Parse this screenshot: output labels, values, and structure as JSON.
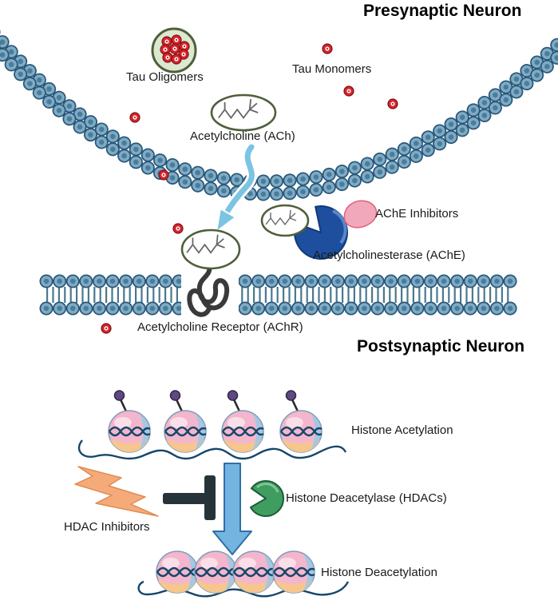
{
  "titles": {
    "presynaptic": "Presynaptic Neuron",
    "postsynaptic": "Postsynaptic Neuron"
  },
  "labels": {
    "tau_oligomers": "Tau Oligomers",
    "tau_monomers": "Tau Monomers",
    "ach": "Acetylcholine (ACh)",
    "ache_inhibitors": "AChE Inhibitors",
    "ache": "Acetylcholinesterase (AChE)",
    "achr": "Acetylcholine Receptor (AChR)",
    "histone_acetylation": "Histone Acetylation",
    "hdac_inhibitors": "HDAC Inhibitors",
    "hdacs": "Histone Deacetylase (HDACs)",
    "histone_deacetylation": "Histone Deacetylation"
  },
  "colors": {
    "membrane_blue": "#6f9cb7",
    "membrane_outline": "#29577a",
    "red_bead": "#d8232a",
    "vesicle_green_fill": "#dce8cf",
    "vesicle_outline": "#4f5f3b",
    "ache_blue": "#1d4f9e",
    "inhibitor_pink": "#f2a8bb",
    "hdac_green": "#3f9d5f",
    "bolt_orange": "#f5ab79",
    "arrow_blue": "#74b4e0",
    "dna_blue": "#16466b",
    "nucleosome_pink": "#f4b6cc",
    "nucleosome_peach": "#f6c68c",
    "nucleosome_blue": "#a6c7e2",
    "acetyl_purple": "#5e4a80",
    "tbar_dark": "#26343a",
    "receptor_dark": "#3a3a3a"
  }
}
